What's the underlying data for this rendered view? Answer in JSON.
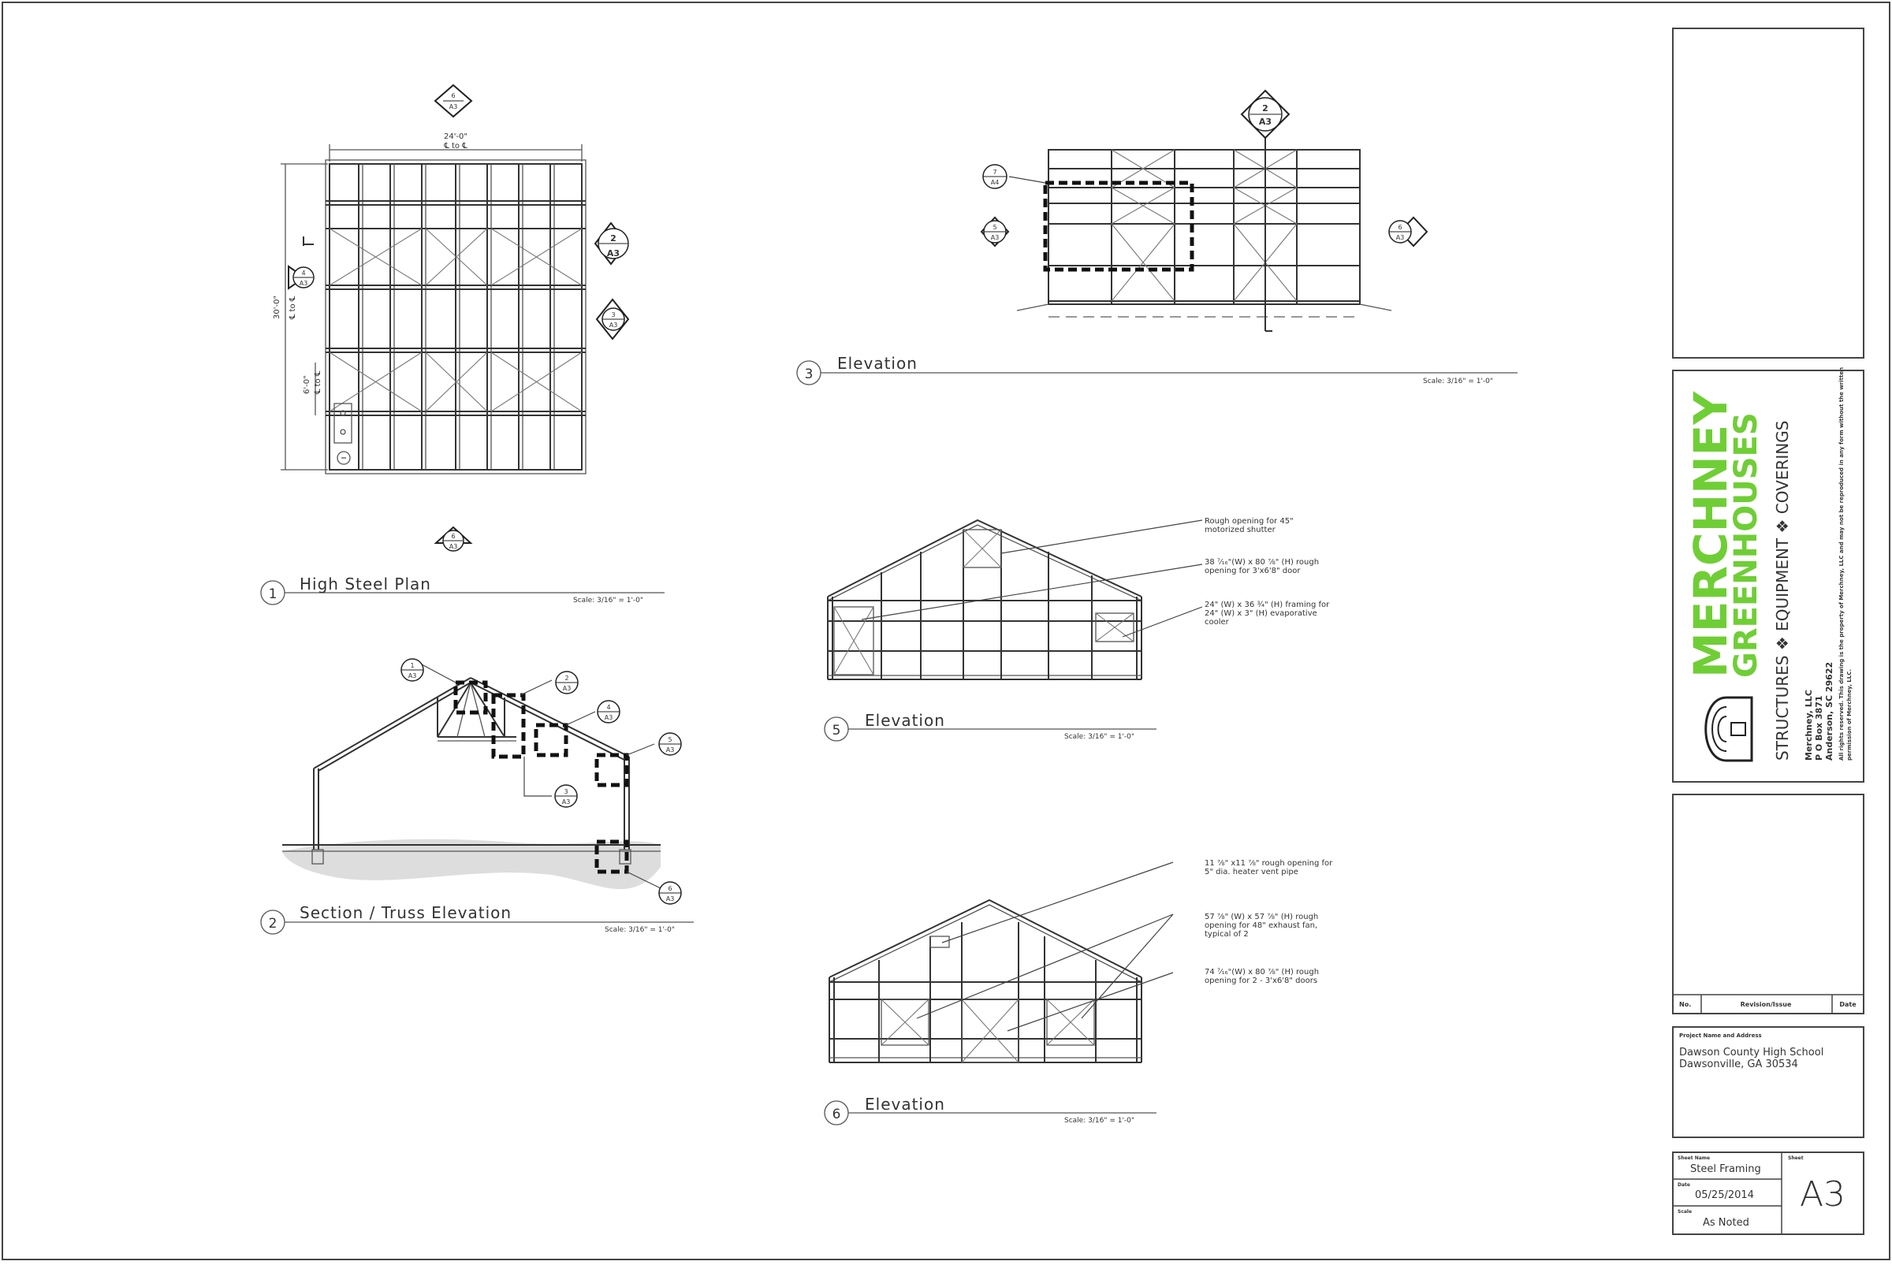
{
  "views": {
    "plan": {
      "number": "1",
      "title": "High Steel Plan",
      "scale": "Scale: 3/16\" = 1'-0\"",
      "dim_width": "24'-0\"",
      "dim_width_sub": "℄ to ℄",
      "dim_height": "30'-0\"",
      "dim_height_sub": "℄ to ℄",
      "dim_small": "6'-0\"",
      "dim_small_sub": "℄ to ℄"
    },
    "section": {
      "number": "2",
      "title": "Section / Truss Elevation",
      "scale": "Scale: 3/16\" = 1'-0\""
    },
    "elev3": {
      "number": "3",
      "title": "Elevation",
      "scale": "Scale: 3/16\" = 1'-0\""
    },
    "elev5": {
      "number": "5",
      "title": "Elevation",
      "scale": "Scale: 3/16\" = 1'-0\""
    },
    "elev6": {
      "number": "6",
      "title": "Elevation",
      "scale": "Scale: 3/16\" = 1'-0\""
    }
  },
  "markers": {
    "plan_top": {
      "num": "6",
      "sheet": "A3"
    },
    "plan_bottom": {
      "num": "6",
      "sheet": "A3"
    },
    "plan_left": {
      "num": "4",
      "sheet": "A3"
    },
    "plan_right_2": {
      "num": "2",
      "sheet": "A3"
    },
    "plan_right_3": {
      "num": "3",
      "sheet": "A3"
    },
    "elev3_top": {
      "num": "2",
      "sheet": "A3"
    },
    "elev3_detail7": {
      "num": "7",
      "sheet": "A4"
    },
    "elev3_left": {
      "num": "5",
      "sheet": "A3"
    },
    "elev3_right": {
      "num": "6",
      "sheet": "A3"
    },
    "sec_d1": {
      "num": "1",
      "sheet": "A3"
    },
    "sec_d2": {
      "num": "2",
      "sheet": "A3"
    },
    "sec_d3": {
      "num": "3",
      "sheet": "A3"
    },
    "sec_d4": {
      "num": "4",
      "sheet": "A3"
    },
    "sec_d5": {
      "num": "5",
      "sheet": "A3"
    },
    "sec_d6": {
      "num": "6",
      "sheet": "A3"
    }
  },
  "notes": {
    "e5_n1": [
      "Rough opening for 45\"",
      "motorized shutter"
    ],
    "e5_n2": [
      "38 ⁷⁄₁₆\"(W) x 80 ⅞\" (H) rough",
      "opening for 3'x6'8\" door"
    ],
    "e5_n3": [
      "24\" (W) x 36 ¾\" (H) framing for",
      "24\" (W) x 3\" (H) evaporative",
      "cooler"
    ],
    "e6_n1": [
      "11 ⅞\" x11 ⅞\" rough opening for",
      "5\" dia. heater vent pipe"
    ],
    "e6_n2": [
      "57 ⅞\" (W) x 57 ⅞\" (H) rough",
      "opening for 48\" exhaust fan,",
      "typical of 2"
    ],
    "e6_n3": [
      "74 ⁷⁄₁₆\"(W) x 80 ⅞\" (H) rough",
      "opening for 2 - 3'x6'8\" doors"
    ]
  },
  "company": {
    "name_line1": "MERCHNEY",
    "name_line2": "GREENHOUSES",
    "tagline": "STRUCTURES ❖ EQUIPMENT ❖ COVERINGS",
    "address1": "Merchney, LLC",
    "address2": "P O Box 3871",
    "address3": "Anderson, SC 29622",
    "rights1": "All rights reserved. This drawing is the property of Merchney, LLC and may not be reproduced in any form without the written",
    "rights2": "permission of Merchney, LLC."
  },
  "titleblock": {
    "rev_no": "No.",
    "rev_label": "Revision/Issue",
    "rev_date": "Date",
    "project_label": "Project Name and Address",
    "project_line1": "Dawson County High School",
    "project_line2": "Dawsonville, GA 30534",
    "sheet_name_label": "Sheet Name",
    "sheet_name": "Steel Framing",
    "date_label": "Date",
    "date": "05/25/2014",
    "scale_label": "Scale",
    "scale": "As Noted",
    "sheet_label": "Sheet",
    "sheet": "A3"
  },
  "colors": {
    "brand_green": "#6fce35",
    "line": "#333333"
  }
}
